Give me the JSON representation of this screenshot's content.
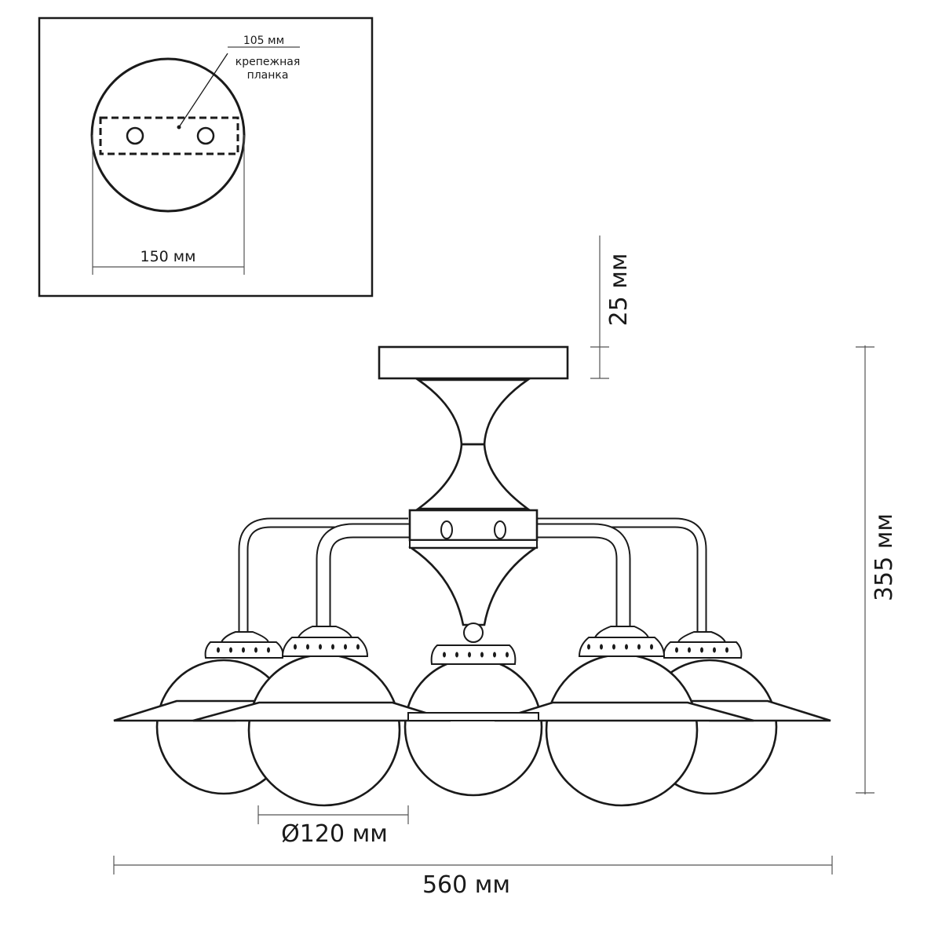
{
  "diagram": {
    "inset": {
      "strip_width_label": "105 мм",
      "strip_name_line1": "крепежная",
      "strip_name_line2": "планка",
      "canopy_diameter_label": "150 мм"
    },
    "dimensions": {
      "canopy_height": "25 мм",
      "total_height": "355 мм",
      "shade_diameter": "Ø120 мм",
      "total_width": "560 мм"
    },
    "colors": {
      "ink": "#1a1a1a",
      "background": "#ffffff"
    }
  }
}
